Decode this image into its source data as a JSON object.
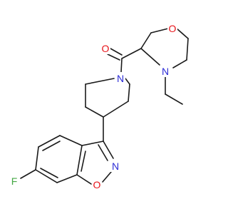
{
  "colors": {
    "bond": "#1a1a1a",
    "carbon": "#1a1a1a",
    "oxygen": "#e8141a",
    "nitrogen": "#2b2bd6",
    "fluorine": "#45a845",
    "background": "#ffffff"
  },
  "atoms": [
    {
      "id": "o-carbonyl",
      "label": "O",
      "element": "oxygen"
    },
    {
      "id": "o-morpholine",
      "label": "O",
      "element": "oxygen"
    },
    {
      "id": "n-morpholine",
      "label": "N",
      "element": "nitrogen"
    },
    {
      "id": "n-piperidine",
      "label": "N",
      "element": "nitrogen"
    },
    {
      "id": "n-isoxazole",
      "label": "N",
      "element": "nitrogen"
    },
    {
      "id": "o-isoxazole",
      "label": "O",
      "element": "oxygen"
    },
    {
      "id": "f-aryl",
      "label": "F",
      "element": "fluorine"
    }
  ]
}
